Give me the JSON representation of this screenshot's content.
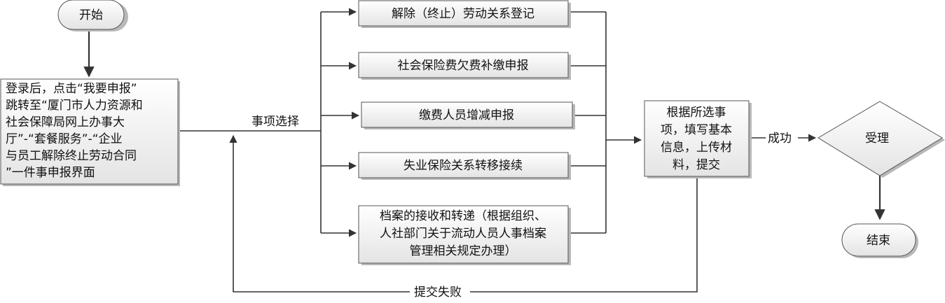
{
  "nodes": {
    "start": "开始",
    "login": [
      "登录后，点击“我要申报”",
      "跳转至“厦门市人力资源和",
      "社会保障局网上办事大",
      "厅”-“套餐服务”-“企业",
      "与员工解除终止劳动合同",
      "”一件事申报界面"
    ],
    "item1": "解除（终止）劳动关系登记",
    "item2": "社会保险费欠费补缴申报",
    "item3": "缴费人员增减申报",
    "item4": "失业保险关系转移接续",
    "item5": [
      "档案的接收和转递（根据组织、",
      "人社部门关于流动人员人事档案",
      "管理相关规定办理）"
    ],
    "fill": [
      "根据所选事",
      "项，填写基本",
      "信息，上传材",
      "料，提交"
    ],
    "accept": "受理",
    "end": "结束"
  },
  "edge_labels": {
    "select": "事项选择",
    "success": "成功",
    "fail": "提交失败"
  }
}
